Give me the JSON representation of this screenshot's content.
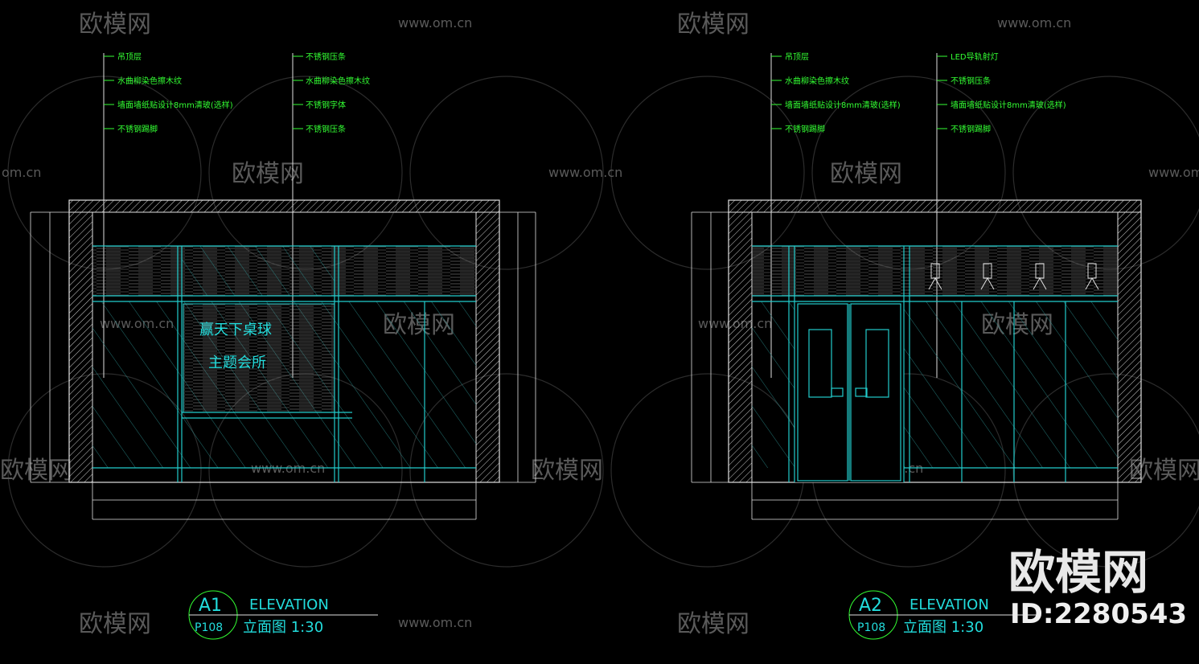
{
  "watermark": {
    "brand": "欧模网",
    "url": "www.om.cn",
    "url_partial": "om.cn",
    "big_brand": "欧模网",
    "id_label": "ID:2280543"
  },
  "elevation_a1": {
    "callouts_left": [
      "吊顶层",
      "水曲柳染色擦木纹",
      "墙面墙纸贴设计8mm清玻(选样)",
      "不锈钢踢脚"
    ],
    "callouts_right": [
      "不锈钢压条",
      "水曲柳染色擦木纹",
      "不锈钢字体",
      "不锈钢压条"
    ],
    "sign_line1": "赢天下桌球",
    "sign_line2": "主题会所",
    "tag_code": "A1",
    "tag_sheet": "P108",
    "title": "ELEVATION",
    "subtitle": "立面图 1:30"
  },
  "elevation_a2": {
    "callouts_left": [
      "吊顶层",
      "水曲柳染色擦木纹",
      "墙面墙纸贴设计8mm清玻(选样)",
      "不锈钢踢脚"
    ],
    "callouts_right": [
      "LED导轨射灯",
      "不锈钢压条",
      "墙面墙纸贴设计8mm清玻(选样)",
      "不锈钢踢脚"
    ],
    "tag_code": "A2",
    "tag_sheet": "P108",
    "title": "ELEVATION",
    "subtitle": "立面图 1:30"
  },
  "colors": {
    "background": "#000000",
    "wall_outline": "#e0e0e0",
    "glass_lines": "#22cccc",
    "leader_text": "#33ff33",
    "watermark": "#5a5a5a"
  }
}
